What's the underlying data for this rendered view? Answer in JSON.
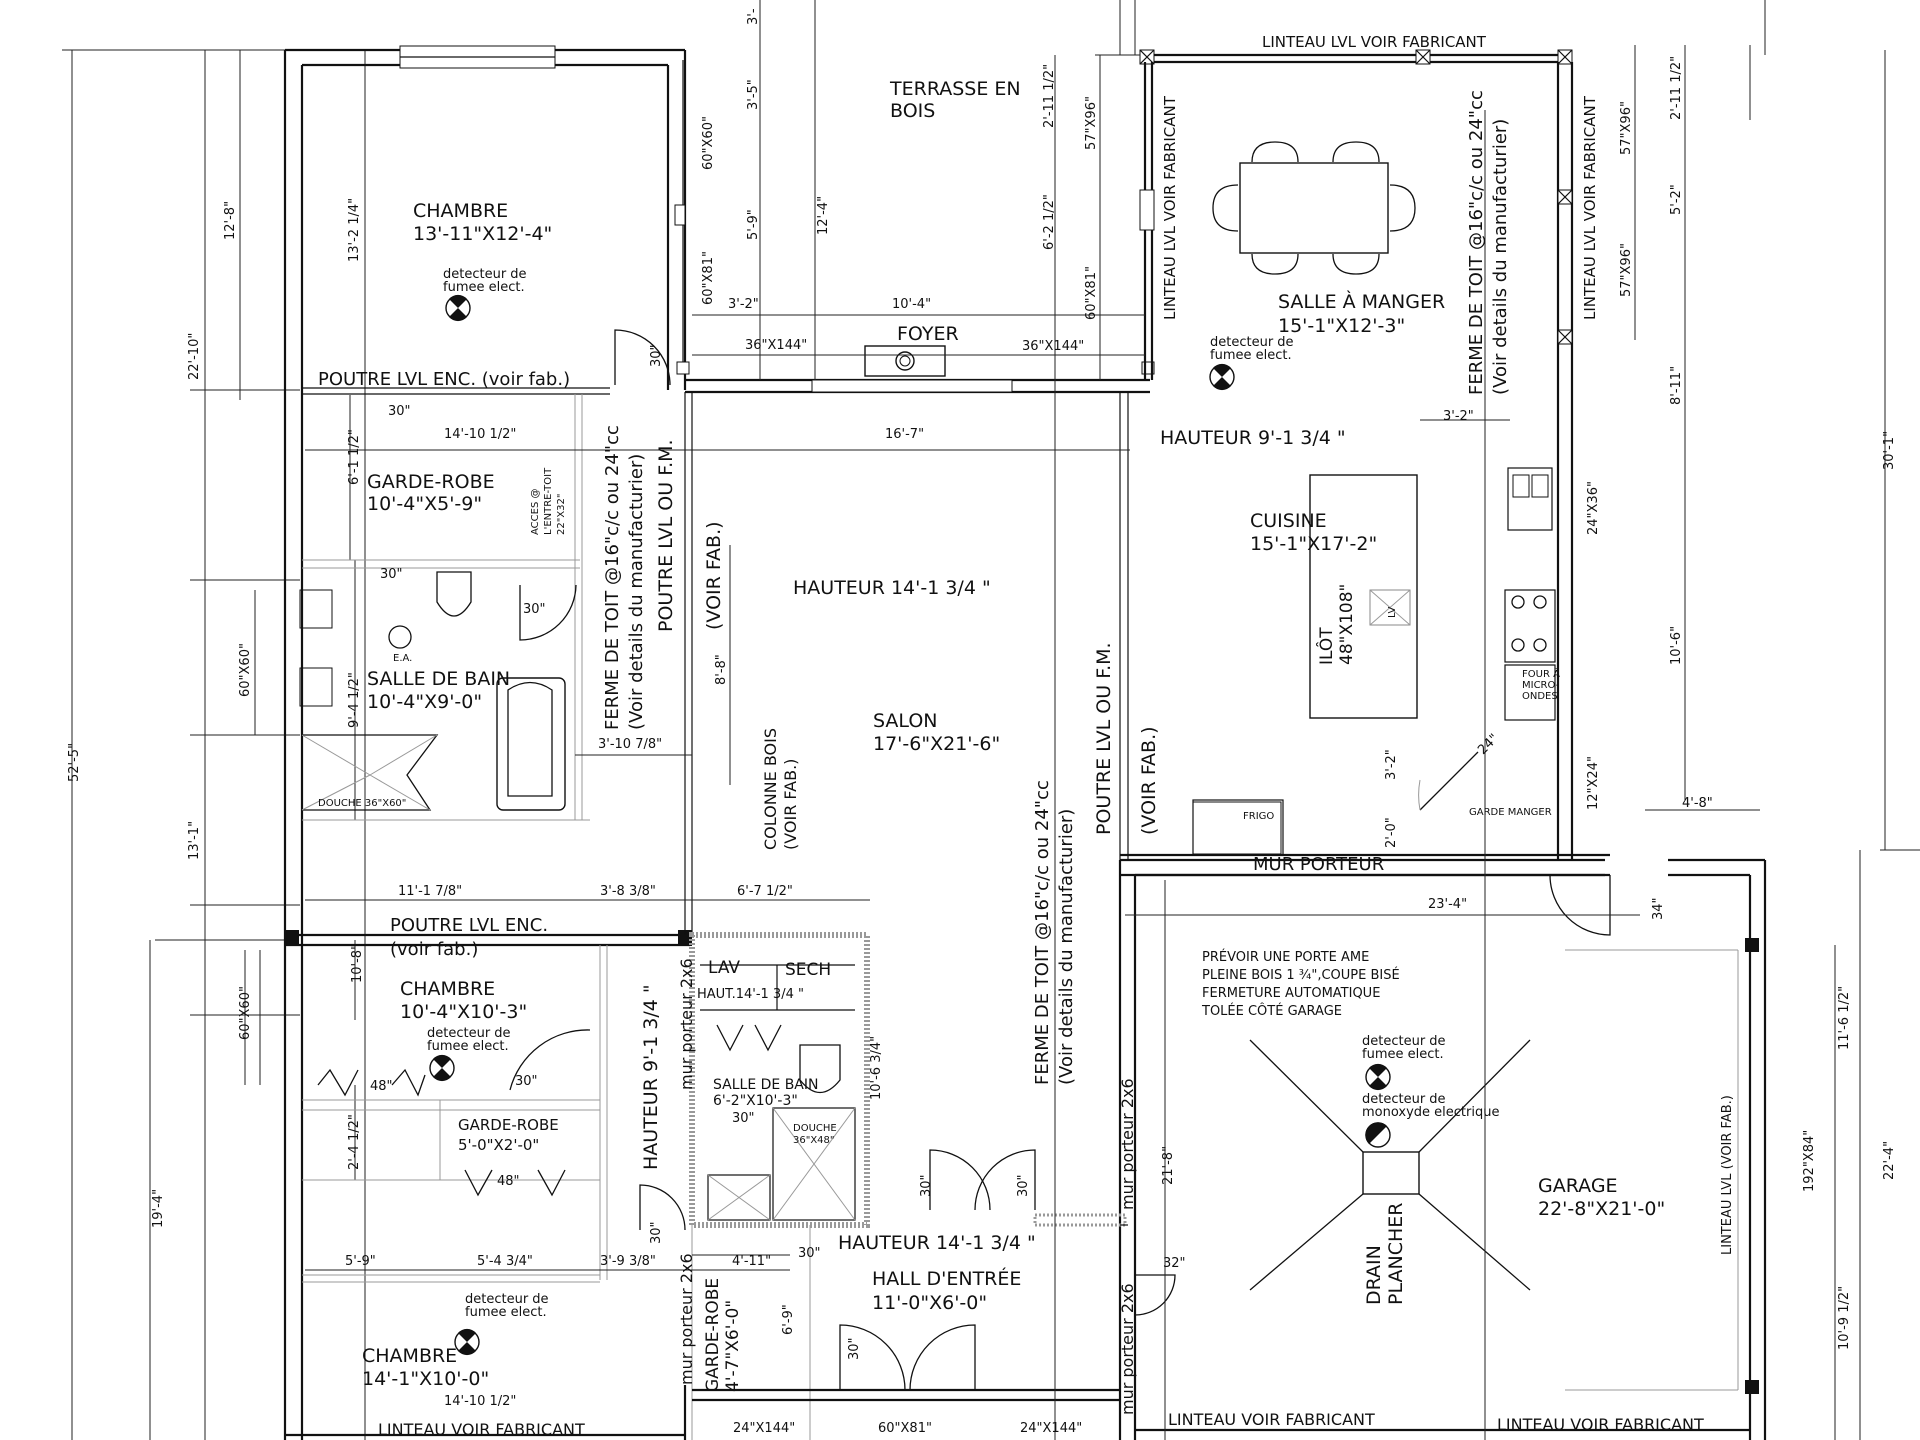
{
  "rooms": [
    {
      "id": "chambre1",
      "name": "CHAMBRE",
      "dims": "13'-11\"X12'-4\""
    },
    {
      "id": "garde_robe1",
      "name": "GARDE-ROBE",
      "dims": "10'-4\"X5'-9\""
    },
    {
      "id": "sdb1",
      "name": "SALLE DE BAIN",
      "dims": "10'-4\"X9'-0\""
    },
    {
      "id": "chambre2",
      "name": "CHAMBRE",
      "dims": "10'-4\"X10'-3\""
    },
    {
      "id": "garde_robe2",
      "name": "GARDE-ROBE",
      "dims": "5'-0\"X2'-0\""
    },
    {
      "id": "chambre3",
      "name": "CHAMBRE",
      "dims": "14'-1\"X10'-0\""
    },
    {
      "id": "salon",
      "name": "SALON",
      "dims": "17'-6\"X21'-6\""
    },
    {
      "id": "salle_manger",
      "name": "SALLE À MANGER",
      "dims": "15'-1\"X12'-3\""
    },
    {
      "id": "cuisine",
      "name": "CUISINE",
      "dims": "15'-1\"X17'-2\""
    },
    {
      "id": "sdb2",
      "name": "SALLE DE BAIN",
      "dims": "6'-2\"X10'-3\""
    },
    {
      "id": "hall",
      "name": "HALL D'ENTRÉE",
      "dims": "11'-0\"X6'-0\""
    },
    {
      "id": "garage",
      "name": "GARAGE",
      "dims": "22'-8\"X21'-0\""
    },
    {
      "id": "garde_robe3",
      "name": "GARDE-ROBE",
      "dims": "4'-7\"X6'-0\""
    }
  ],
  "labels": {
    "terrasse_1": "TERRASSE EN",
    "terrasse_2": "BOIS",
    "foyer": "FOYER",
    "smoke_1": "detecteur de",
    "smoke_2": "fumee elect.",
    "co_1": "detecteur de",
    "co_2": "monoxyde electrique",
    "poutre_enc_top": "POUTRE LVL ENC. (voir fab.)",
    "poutre_enc_mid": "POUTRE LVL ENC.",
    "voir_fab_mid": "(voir fab.)",
    "poutre_lvl_fm": "POUTRE LVL OU F.M.",
    "voir_fab": "(VOIR FAB.)",
    "ferme_toit": "FERME DE TOIT @16\"c/c ou 24\"cc",
    "voir_details": "(Voir details du manufacturier)",
    "linteau_lvl_fab": "LINTEAU LVL VOIR FABRICANT",
    "linteau_fab": "LINTEAU VOIR FABRICANT",
    "linteau_lvl_voir_fab": "LINTEAU LVL (VOIR FAB.)",
    "hauteur_salon": "HAUTEUR 14'-1 3/4 \"",
    "hauteur_cuisine": "HAUTEUR 9'-1 3/4 \"",
    "hauteur_couloir": "HAUTEUR 9'-1 3/4 \"",
    "hauteur_hall": "HAUTEUR 14'-1 3/4 \"",
    "haut_lav": "HAUT.14'-1 3/4 \"",
    "colonne_bois": "COLONNE BOIS",
    "mur_porteur": "MUR PORTEUR",
    "mur_porteur_2x6": "mur porteur 2x6",
    "ilot": "ILÔT",
    "ilot_dims": "48\"X108\"",
    "lv": "LV",
    "frigo": "FRIGO",
    "garde_manger": "GARDE MANGER",
    "four_1": "FOUR À",
    "four_2": "MICRO-",
    "four_3": "ONDES",
    "lav": "LAV",
    "sech": "SECH",
    "douche_1": "DOUCHE 36\"X60\"",
    "douche_2": "DOUCHE",
    "douche_2_dims": "36\"X48\"",
    "acces_1": "ACCES @",
    "acces_2": "L'ENTRE-TOIT",
    "acces_3": "22\"X32\"",
    "ea": "E.A.",
    "drain_1": "DRAIN",
    "drain_2": "PLANCHER",
    "porte_1": "PRÉVOIR UNE PORTE AME",
    "porte_2": "PLEINE BOIS 1 ¾\",COUPE BISÉ",
    "porte_3": "FERMETURE AUTOMATIQUE",
    "porte_4": "TOLÉE CÔTÉ GARAGE"
  },
  "dims": {
    "d_52_5": "52'-5\"",
    "d_22_10": "22'-10\"",
    "d_12_8": "12'-8\"",
    "d_13_2": "13'-2 1/4\"",
    "d_60x60_a": "60\"X60\"",
    "d_60x60_b": "60\"X60\"",
    "d_13_1": "13'-1\"",
    "d_19_4": "19'-4\"",
    "d_10_8": "10'-8\"",
    "d_6_1": "6'-1 1/2\"",
    "d_9_4": "9'-4 1/2\"",
    "d_2_4": "2'-4 1/2\"",
    "d_14_10a": "14'-10 1/2\"",
    "d_14_10b": "14'-10 1/2\"",
    "d_11_1": "11'-1 7/8\"",
    "d_3_8": "3'-8 3/8\"",
    "d_6_7": "6'-7 1/2\"",
    "d_5_9": "5'-9\"",
    "d_5_4": "5'-4 3/4\"",
    "d_3_9": "3'-9 3/8\"",
    "d_3_10": "3'-10 7/8\"",
    "d_16_7": "16'-7\"",
    "d_8_8": "8'-8\"",
    "d_10_4": "10'-4\"",
    "d_3_2a": "3'-2\"",
    "d_3_2b": "3'-2\"",
    "d_3_2c": "3'-2\"",
    "d_12_4": "12'-4\"",
    "d_3_5": "3'-5\"",
    "d_5_9b": "5'-9\"",
    "d_60x60_c": "60\"X60\"",
    "d_60x81a": "60\"X81\"",
    "d_60x81b": "60\"X81\"",
    "d_60x81c": "60\"X81\"",
    "d_36x144a": "36\"X144\"",
    "d_36x144b": "36\"X144\"",
    "d_2_11a": "2'-11 1/2\"",
    "d_2_11b": "2'-11 1/2\"",
    "d_6_2": "6'-2 1/2\"",
    "d_57x96a": "57\"X96\"",
    "d_57x96b": "57\"X96\"",
    "d_57x96c": "57\"X96\"",
    "d_5_2": "5'-2\"",
    "d_8_11": "8'-11\"",
    "d_30_1": "30'-1\"",
    "d_10_6": "10'-6\"",
    "d_10_6b": "10'-6 3/4\"",
    "d_24x36": "24\"X36\"",
    "d_12x24": "12\"X24\"",
    "d_4_8": "4'-8\"",
    "d_24": "24\"",
    "d_2_0": "2'-0\"",
    "d_23_4": "23'-4\"",
    "d_34": "34\"",
    "d_11_6": "11'-6 1/2\"",
    "d_192x84": "192\"X84\"",
    "d_22_4": "22'-4\"",
    "d_10_9": "10'-9 1/2\"",
    "d_21_8": "21'-8\"",
    "d_32": "32\"",
    "d_30a": "30\"",
    "d_30b": "30\"",
    "d_30c": "30\"",
    "d_30d": "30\"",
    "d_30e": "30\"",
    "d_30f": "30\"",
    "d_30g": "30\"",
    "d_30h": "30\"",
    "d_30i": "30\"",
    "d_30j": "30\"",
    "d_30k": "30\"",
    "d_48a": "48\"",
    "d_48b": "48\"",
    "d_4_11": "4'-11\"",
    "d_6_9": "6'-9\"",
    "d_24x144a": "24\"X144\"",
    "d_24x144b": "24\"X144\"",
    "d_3_top": "3'-"
  }
}
